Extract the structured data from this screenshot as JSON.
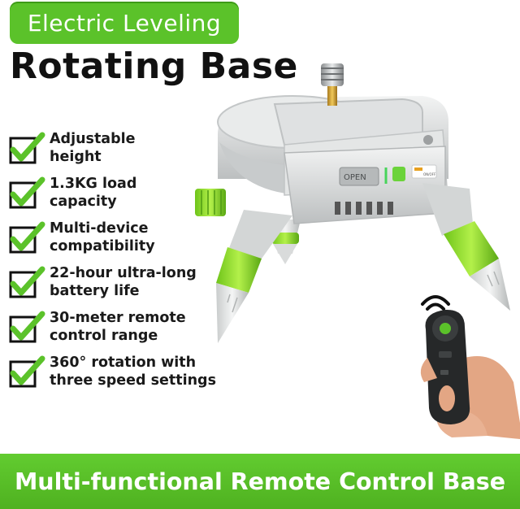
{
  "badge": {
    "text": "Electric Leveling"
  },
  "headline": "Rotating Base",
  "features": [
    {
      "icon": "checkbox-check-icon",
      "text": "Adjustable\nheight"
    },
    {
      "icon": "checkbox-check-icon",
      "text": "1.3KG load\ncapacity"
    },
    {
      "icon": "checkbox-check-icon",
      "text": "Multi-device\ncompatibility"
    },
    {
      "icon": "checkbox-check-icon",
      "text": "22-hour ultra-long\nbattery life"
    },
    {
      "icon": "checkbox-check-icon",
      "text": "30-meter remote\ncontrol range"
    },
    {
      "icon": "checkbox-check-icon",
      "text": "360° rotation with\nthree speed settings"
    }
  ],
  "product": {
    "switch_label": "OPEN",
    "power_label": "ON/OFF"
  },
  "footer": {
    "text": "Multi-functional Remote Control Base"
  },
  "colors": {
    "accent_green": "#5bc22a",
    "dark_text": "#111111"
  }
}
